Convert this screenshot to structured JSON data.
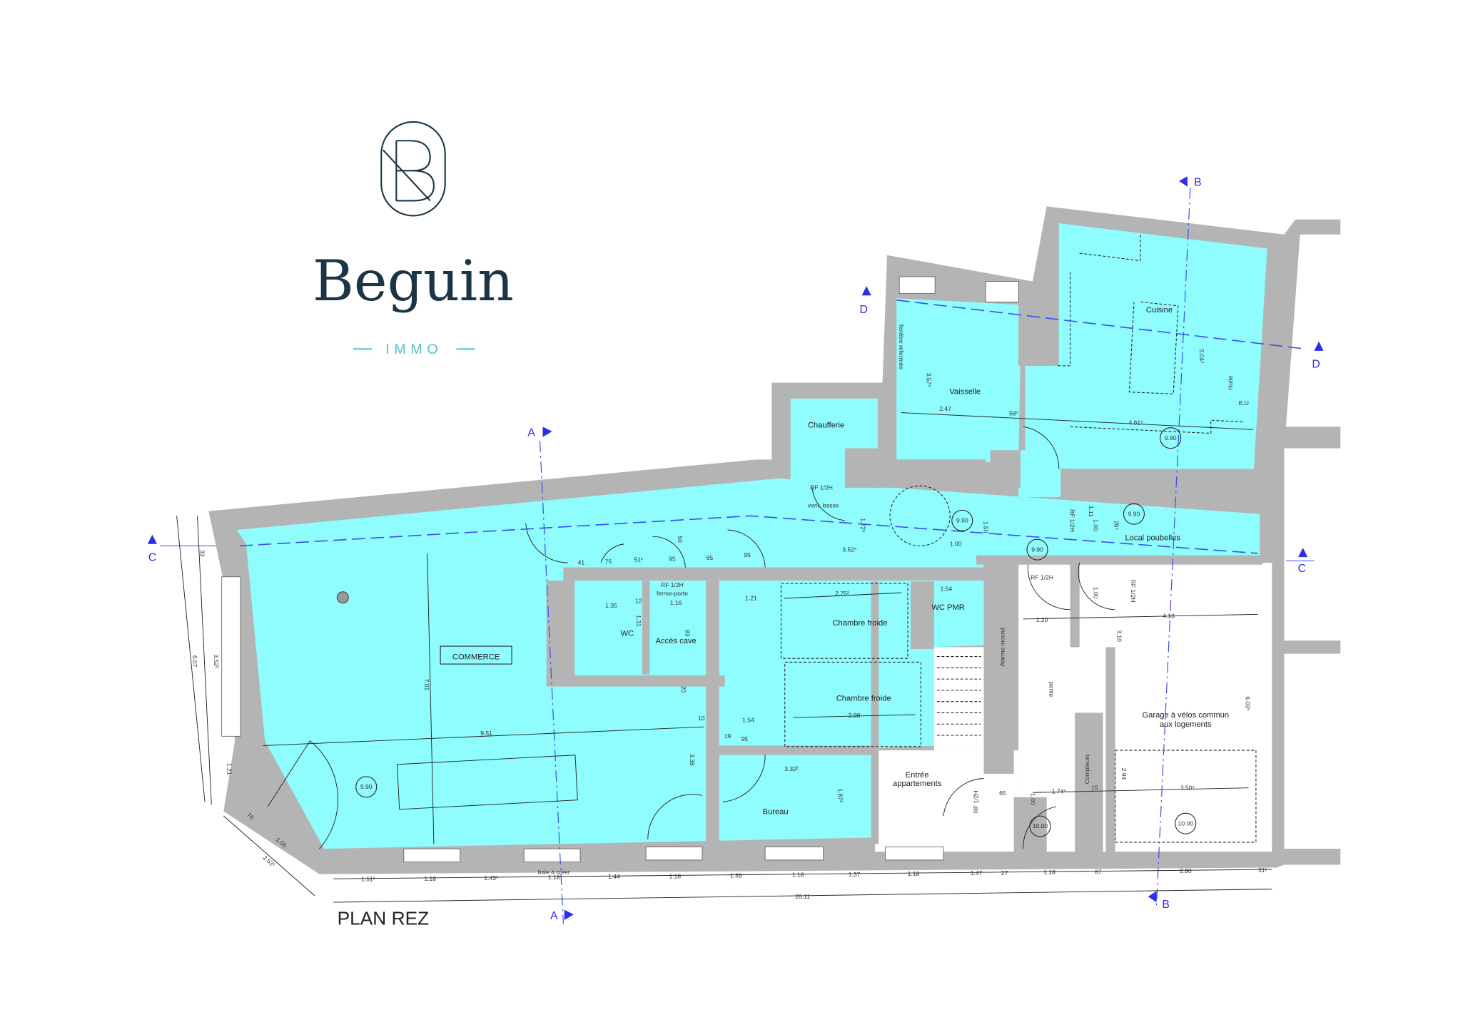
{
  "brand": {
    "name": "Beguin",
    "tagline": "IMMO"
  },
  "plan_title": "PLAN REZ",
  "colors": {
    "room_fill": "#8ffcfd",
    "wall": "#b4b4b4",
    "brand_dark": "#1b3545",
    "brand_accent": "#4fc3c9",
    "section_marker": "#2d2df0"
  },
  "rooms": [
    "COMMERCE",
    "WC",
    "Accès cave",
    "Chaufferie",
    "Vaisselle",
    "Cuisine",
    "Chambre froide",
    "Chambre froide",
    "WC PMR",
    "Local poubelles",
    "Bureau",
    "Entrée",
    "appartements",
    "Garage à vélos commun",
    "aux logements"
  ],
  "annotations": [
    "RF 1/2H",
    "vent. basse",
    "RF 1/2H",
    "ferme-porte",
    "fenêtre refermée",
    "Hotte",
    "E.U",
    "Alarme incend",
    "pente",
    "Compteurs",
    "baie à créer",
    "RF 1/2H",
    "RF 1/2H",
    "RF 1/2H",
    "RF 1/2H"
  ],
  "sections": [
    "A",
    "A",
    "B",
    "B",
    "C",
    "C",
    "D",
    "D"
  ],
  "dimensions": {
    "bottom": [
      "1.51¹",
      "1.18",
      "1.43¹",
      "1.18",
      "1.44",
      "1.18",
      "1.39",
      "1.18",
      "1.37",
      "1.18",
      "1.47",
      "27",
      "1.18",
      "87",
      "2.90",
      "31¹"
    ],
    "total": "20.11",
    "left": [
      "33",
      "6.07",
      "3.52²",
      "1.21",
      "76",
      "1.06",
      "2.52¹"
    ],
    "interior": [
      "7.01",
      "9.51",
      "3.38",
      "20",
      "10",
      "1.54",
      "19",
      "95",
      "41",
      "75",
      "51¹",
      "95",
      "65",
      "95",
      "1.35",
      "12",
      "1.31",
      "1.16",
      "83",
      "50",
      "1.21",
      "2.75²",
      "2.98",
      "1.54",
      "3.32²",
      "1.87³",
      "1.72⁵",
      "3.52⁵",
      "1.00",
      "1.50",
      "3.57⁵",
      "2.47",
      "58⁵",
      "4.61⁵",
      "5.04⁵",
      "1.11",
      "1.00",
      "26⁵",
      "1.20",
      "4.13",
      "3.10",
      "6.03⁵",
      "2.94",
      "3.50⁵",
      "65",
      "1.74⁵",
      "1.00",
      "15",
      "1.00"
    ]
  },
  "level_markers": [
    "9.90",
    "9.90",
    "9.90",
    "9.90",
    "9.90",
    "10.00",
    "10.00"
  ]
}
